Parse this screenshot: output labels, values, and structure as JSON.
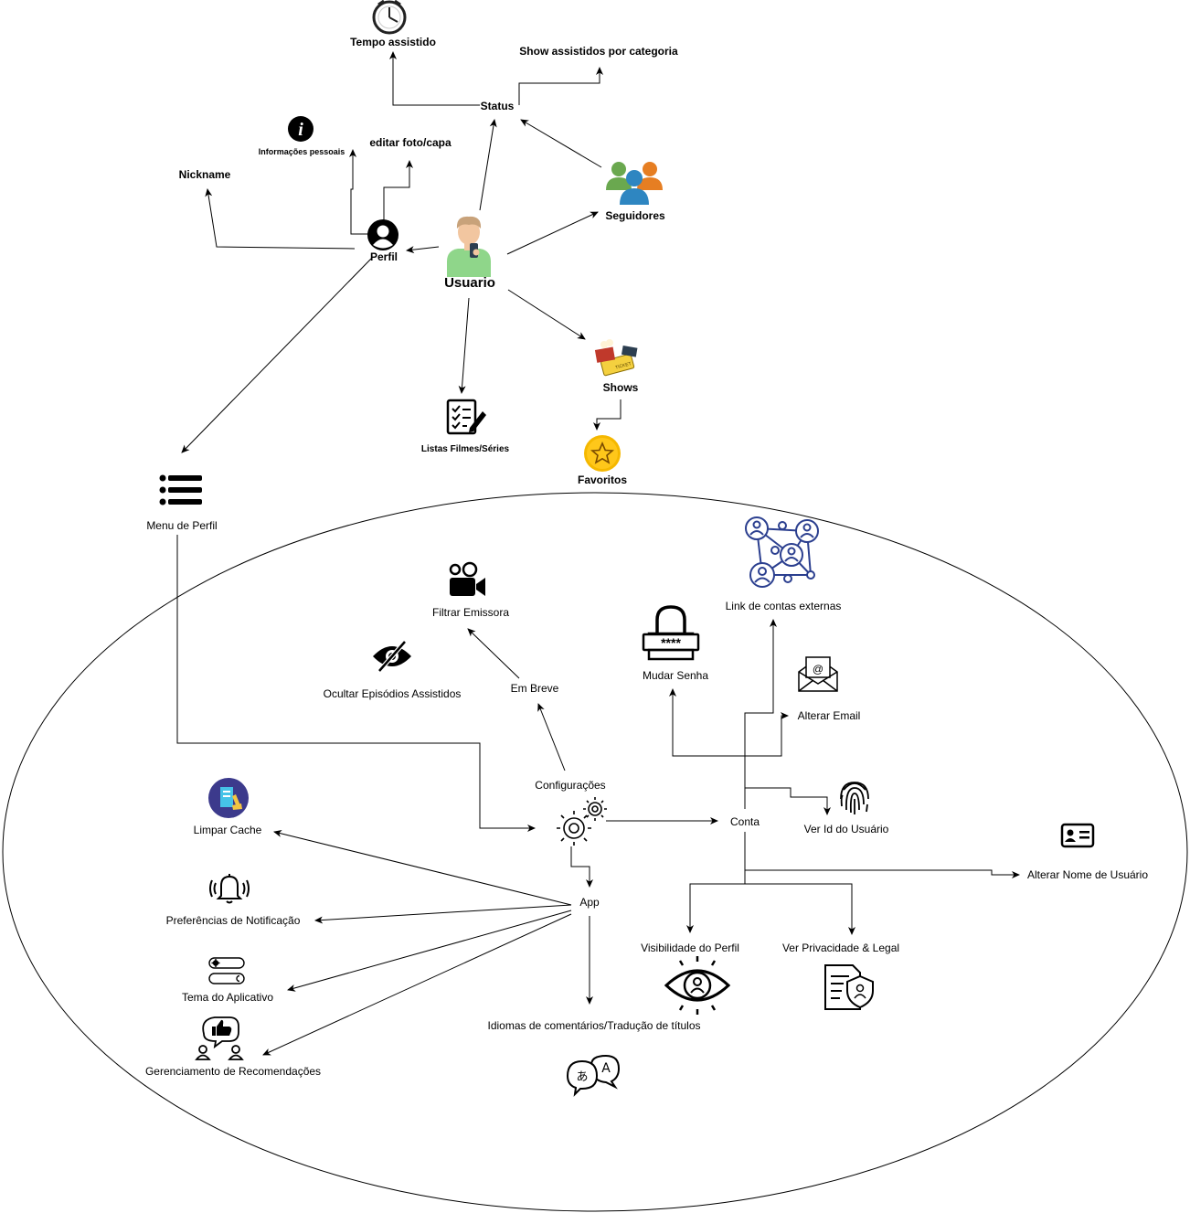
{
  "nodes": {
    "usuario": "Usuario",
    "perfil": "Perfil",
    "status": "Status",
    "tempo_assistido": "Tempo assistido",
    "show_por_categoria": "Show assistidos por categoria",
    "info_pessoais": "Informações pessoais",
    "editar_foto": "editar foto/capa",
    "nickname": "Nickname",
    "seguidores": "Seguidores",
    "shows": "Shows",
    "favoritos": "Favoritos",
    "listas": "Listas Filmes/Séries",
    "menu_perfil": "Menu de Perfil",
    "configuracoes": "Configurações",
    "em_breve": "Em Breve",
    "filtrar_emissora": "Filtrar Emissora",
    "ocultar_episodios": "Ocultar Episódios Assistidos",
    "conta": "Conta",
    "link_contas": "Link de contas externas",
    "mudar_senha": "Mudar Senha",
    "alterar_email": "Alterar Email",
    "ver_id": "Ver Id do Usuário",
    "alterar_nome": "Alterar Nome de Usuário",
    "visibilidade": "Visibilidade do Perfil",
    "privacidade": "Ver Privacidade & Legal",
    "app": "App",
    "limpar_cache": "Limpar Cache",
    "notificacao": "Preferências de Notificação",
    "tema": "Tema do Aplicativo",
    "recomendacoes": "Gerenciamento de Recomendações",
    "idiomas": "Idiomas de comentários/Tradução de títulos"
  },
  "icons": {
    "clock": "clock-icon",
    "info": "info-icon",
    "user_circle": "user-circle-icon",
    "person": "person-with-phone-icon",
    "group": "group-icon",
    "tickets": "popcorn-tickets-icon",
    "checklist": "checklist-icon",
    "star": "star-badge-icon",
    "menu": "list-menu-icon",
    "camera": "video-camera-icon",
    "eye_off": "eye-slash-icon",
    "gears": "gears-icon",
    "network": "network-users-icon",
    "lock": "password-lock-icon",
    "envelope": "email-envelope-icon",
    "fingerprint": "fingerprint-icon",
    "id_card": "id-card-icon",
    "eye_user": "eye-user-icon",
    "document": "privacy-document-icon",
    "cache": "clean-cache-icon",
    "bell": "bell-icon",
    "toggle": "theme-toggle-icon",
    "thumbs": "recommendation-thumbs-icon",
    "translate": "translate-icon"
  },
  "colors": {
    "line": "#000000",
    "network_blue": "#2b3f8f",
    "skin": "#f2c6a0",
    "shirt": "#8fd68a",
    "hair": "#c8a27a",
    "star_bg": "#f5b800",
    "green_person": "#6aa84f",
    "orange_person": "#e67e22",
    "blue_person": "#2e86c1",
    "cache_bg": "#3c3a8c"
  }
}
